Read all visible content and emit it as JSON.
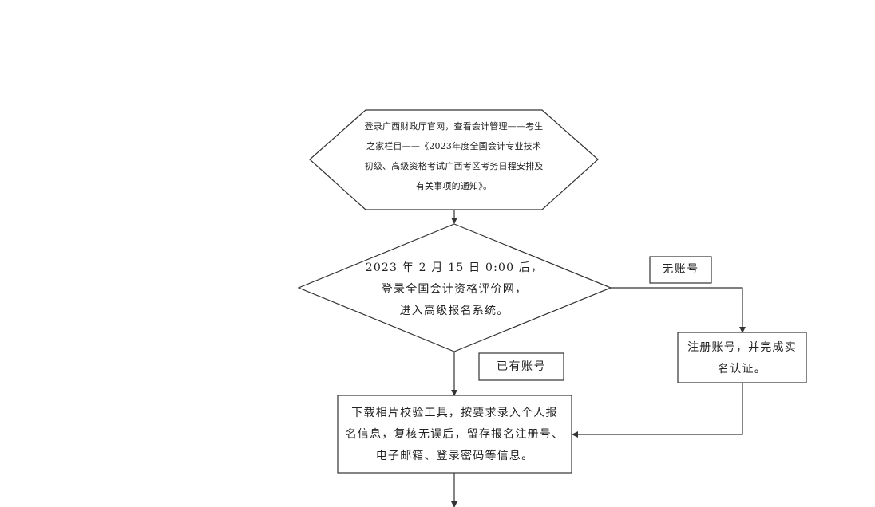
{
  "nodes": {
    "top_hexagon": [
      "登录广西财政厅官网，查看会计管理——考生",
      "之家栏目——《2023年度全国会计专业技术",
      "初级、高级资格考试广西考区考务日程安排及",
      "有关事项的通知》。"
    ],
    "diamond": [
      "2023 年 2 月 15 日 0:00 后，",
      "登录全国会计资格评价网，",
      "进入高级报名系统。"
    ],
    "register_box": [
      "注册账号，并完成实",
      "名认证。"
    ],
    "download_box": [
      "下载相片校验工具，按要求录入个人报",
      "名信息，复核无误后，留存报名注册号、",
      "电子邮箱、登录密码等信息。"
    ]
  },
  "labels": {
    "no_account": "无账号",
    "has_account": "已有账号"
  },
  "colors": {
    "stroke": "#333333",
    "text": "#222222"
  }
}
